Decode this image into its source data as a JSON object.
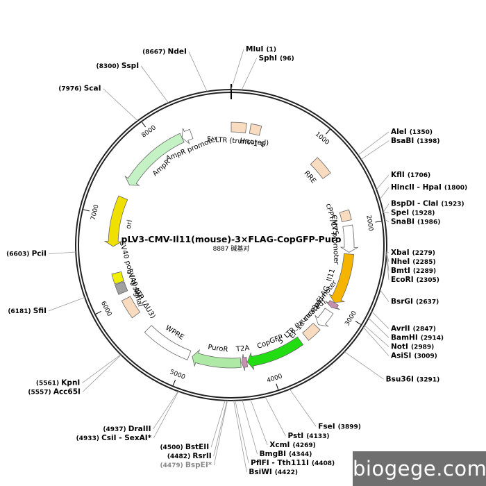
{
  "map": {
    "title": "pLV3-CMV-Il11(mouse)-3×FLAG-CopGFP-Puro",
    "subtitle": "8887 碱基对",
    "total_length": 8887,
    "watermark": "biogege.com",
    "colors": {
      "backbone": "#222222",
      "ltr": "#f9dcc0",
      "ori": "#f0e000",
      "ampr": "#c4f2c4",
      "promoter": "#ffffff",
      "il11": "#f5b400",
      "flag": "#c890b0",
      "copgfp": "#22dd11",
      "puror": "#aee9a6",
      "t2a": "#c890b0",
      "sv40ori": "#f0f000",
      "grey": "#a0a0a0",
      "wpre": "#ffffff"
    }
  },
  "ticks": [
    {
      "pos": 1000,
      "label": "1000"
    },
    {
      "pos": 2000,
      "label": "2000"
    },
    {
      "pos": 3000,
      "label": "3000"
    },
    {
      "pos": 4000,
      "label": "4000"
    },
    {
      "pos": 5000,
      "label": "5000"
    },
    {
      "pos": 6000,
      "label": "6000"
    },
    {
      "pos": 7000,
      "label": "7000"
    },
    {
      "pos": 8000,
      "label": "8000"
    }
  ],
  "features": [
    {
      "name": "5' LTR (truncated)",
      "start": 1,
      "end": 180,
      "kind": "box",
      "color": "ltr"
    },
    {
      "name": "HIV-1 Ψ",
      "start": 230,
      "end": 355,
      "kind": "box",
      "color": "ltr"
    },
    {
      "name": "RRE",
      "start": 1100,
      "end": 1335,
      "kind": "box",
      "color": "ltr"
    },
    {
      "name": "cPPT/CTS",
      "start": 1810,
      "end": 1930,
      "kind": "box",
      "color": "ltr"
    },
    {
      "name": "CMV promoter",
      "start": 1990,
      "end": 2310,
      "kind": "arrow",
      "dir": 1,
      "color": "promoter"
    },
    {
      "name": "Il11",
      "start": 2330,
      "end": 2940,
      "kind": "arrow",
      "dir": 1,
      "color": "il11"
    },
    {
      "name": "3xFLAG",
      "start": 2945,
      "end": 3010,
      "kind": "arrow",
      "dir": 1,
      "color": "flag"
    },
    {
      "name": "EF-1α core promoter",
      "start": 3060,
      "end": 3270,
      "kind": "arrow",
      "dir": 1,
      "color": "promoter"
    },
    {
      "name": "5' LTR (truncated)",
      "start": 3300,
      "end": 3480,
      "kind": "box",
      "color": "ltr"
    },
    {
      "name": "CopGFP",
      "start": 3560,
      "end": 4250,
      "kind": "arrow",
      "dir": 1,
      "color": "copgfp"
    },
    {
      "name": "T2A",
      "start": 4255,
      "end": 4320,
      "kind": "arrow",
      "dir": 1,
      "color": "t2a"
    },
    {
      "name": "PuroR",
      "start": 4330,
      "end": 4920,
      "kind": "arrow",
      "dir": 1,
      "color": "puror"
    },
    {
      "name": "WPRE",
      "start": 4960,
      "end": 5550,
      "kind": "box",
      "color": "wpre"
    },
    {
      "name": "3' LTR (ΔU3)",
      "start": 5770,
      "end": 6000,
      "kind": "box",
      "color": "ltr"
    },
    {
      "name": "SV40 ori",
      "start": 6080,
      "end": 6200,
      "kind": "box",
      "color": "grey"
    },
    {
      "name": "SV40 poly(A) signal",
      "start": 6210,
      "end": 6330,
      "kind": "box",
      "color": "sv40ori"
    },
    {
      "name": "ori",
      "start": 6650,
      "end": 7250,
      "kind": "arrow",
      "dir": -1,
      "color": "ori"
    },
    {
      "name": "AmpR",
      "start": 7420,
      "end": 8280,
      "kind": "arrow",
      "dir": -1,
      "color": "ampr"
    },
    {
      "name": "AmpR promoter",
      "start": 8280,
      "end": 8400,
      "kind": "arrow",
      "dir": -1,
      "color": "promoter"
    }
  ],
  "sites": [
    {
      "name": "MluI",
      "pos": "(1)",
      "bp": 1
    },
    {
      "name": "SphI",
      "pos": "(96)",
      "bp": 96
    },
    {
      "name": "AleI",
      "pos": "(1350)",
      "bp": 1350
    },
    {
      "name": "BsaBI",
      "pos": "(1398)",
      "bp": 1398
    },
    {
      "name": "KflI",
      "pos": "(1706)",
      "bp": 1706
    },
    {
      "name": "HincII - HpaI",
      "pos": "(1800)",
      "bp": 1800
    },
    {
      "name": "BspDI - ClaI",
      "pos": "(1923)",
      "bp": 1923
    },
    {
      "name": "SpeI",
      "pos": "(1928)",
      "bp": 1928
    },
    {
      "name": "SnaBI",
      "pos": "(1986)",
      "bp": 1986
    },
    {
      "name": "XbaI",
      "pos": "(2279)",
      "bp": 2279
    },
    {
      "name": "NheI",
      "pos": "(2285)",
      "bp": 2285
    },
    {
      "name": "BmtI",
      "pos": "(2289)",
      "bp": 2289
    },
    {
      "name": "EcoRI",
      "pos": "(2305)",
      "bp": 2305
    },
    {
      "name": "BsrGI",
      "pos": "(2637)",
      "bp": 2637
    },
    {
      "name": "AvrII",
      "pos": "(2847)",
      "bp": 2847
    },
    {
      "name": "BamHI",
      "pos": "(2914)",
      "bp": 2914
    },
    {
      "name": "NotI",
      "pos": "(2989)",
      "bp": 2989
    },
    {
      "name": "AsiSI",
      "pos": "(3009)",
      "bp": 3009
    },
    {
      "name": "Bsu36I",
      "pos": "(3291)",
      "bp": 3291
    },
    {
      "name": "FseI",
      "pos": "(3899)",
      "bp": 3899
    },
    {
      "name": "PstI",
      "pos": "(4133)",
      "bp": 4133
    },
    {
      "name": "XcmI",
      "pos": "(4269)",
      "bp": 4269
    },
    {
      "name": "BmgBI",
      "pos": "(4344)",
      "bp": 4344
    },
    {
      "name": "PflFI - Tth111I",
      "pos": "(4408)",
      "bp": 4408
    },
    {
      "name": "BsiWI",
      "pos": "(4422)",
      "bp": 4422
    },
    {
      "name": "BspEI*",
      "pos": "(4479)",
      "bp": 4479,
      "grey": true
    },
    {
      "name": "RsrII",
      "pos": "(4482)",
      "bp": 4482
    },
    {
      "name": "BstEII",
      "pos": "(4500)",
      "bp": 4500
    },
    {
      "name": "CsiI - SexAI*",
      "pos": "(4933)",
      "bp": 4933
    },
    {
      "name": "DraIII",
      "pos": "(4937)",
      "bp": 4937
    },
    {
      "name": "KpnI",
      "pos": "(5561)",
      "bp": 5561
    },
    {
      "name": "Acc65I",
      "pos": "(5557)",
      "bp": 5557
    },
    {
      "name": "SfiI",
      "pos": "(6181)",
      "bp": 6181
    },
    {
      "name": "PciI",
      "pos": "(6603)",
      "bp": 6603
    },
    {
      "name": "ScaI",
      "pos": "(7976)",
      "bp": 7976
    },
    {
      "name": "SspI",
      "pos": "(8300)",
      "bp": 8300
    },
    {
      "name": "NdeI",
      "pos": "(8667)",
      "bp": 8667
    }
  ]
}
